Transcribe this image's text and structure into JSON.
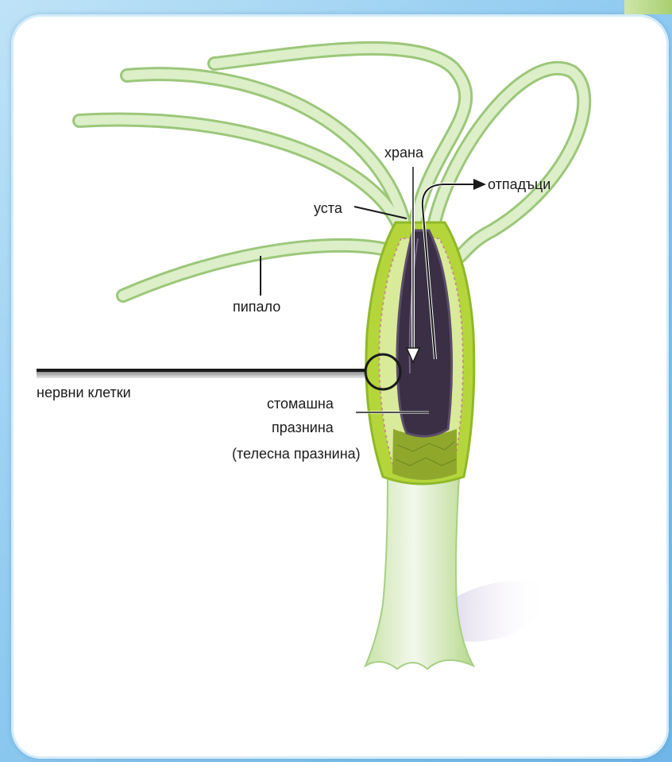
{
  "labels": {
    "food": "храна",
    "waste": "отпадъци",
    "mouth": "уста",
    "tentacle": "пипало",
    "nerve_cells": "нервни клетки",
    "cavity_line1": "стомашна",
    "cavity_line2": "празнина",
    "cavity_line3": "(телесна празнина)"
  },
  "colors": {
    "body_light": "#cfe6b4",
    "body_mid": "#a9cf7c",
    "tissue": "#b5d63a",
    "cavity": "#3a2f45",
    "frame_background": "#8fcaf0"
  }
}
